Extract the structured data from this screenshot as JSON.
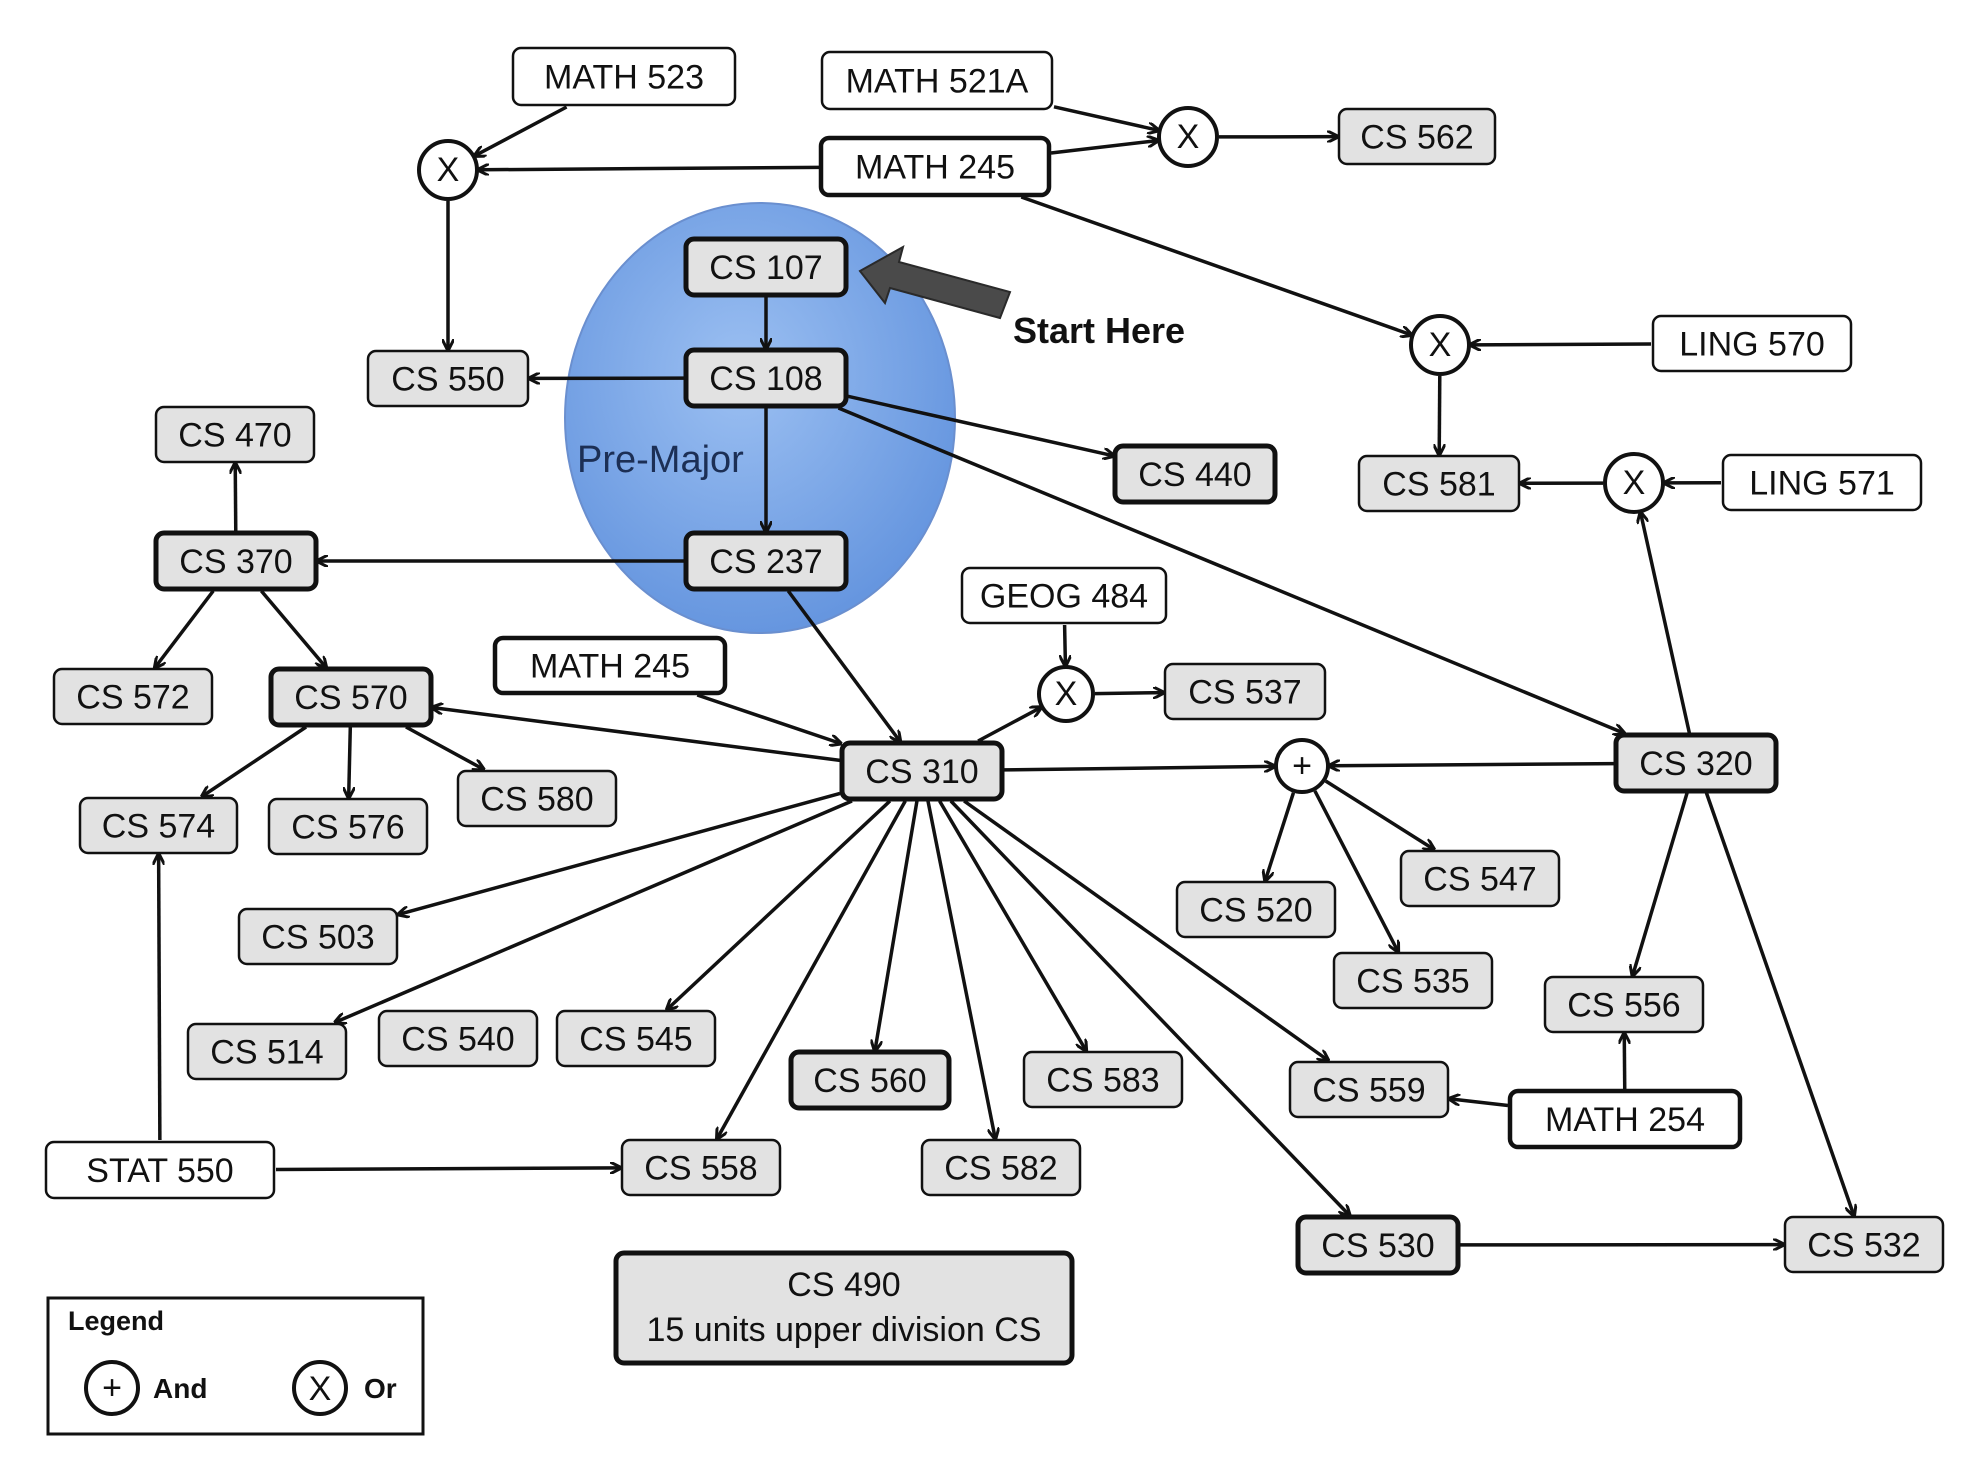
{
  "colors": {
    "node_fill_gray": "#e2e2e2",
    "node_fill_white": "#ffffff",
    "stroke": "#111111",
    "premajor_zone": "#6f9ee0"
  },
  "start_label": "Start Here",
  "zone_label": "Pre-Major",
  "legend": {
    "title": "Legend",
    "and_symbol": "+",
    "and_label": "And",
    "or_symbol": "X",
    "or_label": "Or"
  },
  "nodes": [
    {
      "id": "math523",
      "label": "MATH 523",
      "style": "white"
    },
    {
      "id": "math521a",
      "label": "MATH 521A",
      "style": "white"
    },
    {
      "id": "math245a",
      "label": "MATH 245",
      "style": "white-bold"
    },
    {
      "id": "cs562",
      "label": "CS 562",
      "style": "gray"
    },
    {
      "id": "cs107",
      "label": "CS 107",
      "style": "gray-bold"
    },
    {
      "id": "cs108",
      "label": "CS 108",
      "style": "gray-bold"
    },
    {
      "id": "cs550",
      "label": "CS 550",
      "style": "gray"
    },
    {
      "id": "ling570",
      "label": "LING 570",
      "style": "white"
    },
    {
      "id": "cs581",
      "label": "CS 581",
      "style": "gray"
    },
    {
      "id": "ling571",
      "label": "LING 571",
      "style": "white"
    },
    {
      "id": "cs470",
      "label": "CS 470",
      "style": "gray"
    },
    {
      "id": "cs440",
      "label": "CS 440",
      "style": "gray-bold"
    },
    {
      "id": "cs370",
      "label": "CS 370",
      "style": "gray-bold"
    },
    {
      "id": "cs237",
      "label": "CS 237",
      "style": "gray-bold"
    },
    {
      "id": "geog484",
      "label": "GEOG 484",
      "style": "white"
    },
    {
      "id": "cs572",
      "label": "CS 572",
      "style": "gray"
    },
    {
      "id": "cs570",
      "label": "CS 570",
      "style": "gray-bold"
    },
    {
      "id": "math245b",
      "label": "MATH 245",
      "style": "white-bold"
    },
    {
      "id": "cs537",
      "label": "CS 537",
      "style": "gray"
    },
    {
      "id": "cs310",
      "label": "CS 310",
      "style": "gray-bold"
    },
    {
      "id": "cs320",
      "label": "CS 320",
      "style": "gray-bold"
    },
    {
      "id": "cs574",
      "label": "CS 574",
      "style": "gray"
    },
    {
      "id": "cs576",
      "label": "CS 576",
      "style": "gray"
    },
    {
      "id": "cs580",
      "label": "CS 580",
      "style": "gray"
    },
    {
      "id": "cs547",
      "label": "CS 547",
      "style": "gray"
    },
    {
      "id": "cs520",
      "label": "CS 520",
      "style": "gray"
    },
    {
      "id": "cs503",
      "label": "CS 503",
      "style": "gray"
    },
    {
      "id": "cs535",
      "label": "CS 535",
      "style": "gray"
    },
    {
      "id": "cs556",
      "label": "CS 556",
      "style": "gray"
    },
    {
      "id": "cs514",
      "label": "CS 514",
      "style": "gray"
    },
    {
      "id": "cs540",
      "label": "CS 540",
      "style": "gray"
    },
    {
      "id": "cs545",
      "label": "CS 545",
      "style": "gray"
    },
    {
      "id": "cs560",
      "label": "CS 560",
      "style": "gray-bold"
    },
    {
      "id": "cs583",
      "label": "CS 583",
      "style": "gray"
    },
    {
      "id": "cs559",
      "label": "CS 559",
      "style": "gray"
    },
    {
      "id": "math254",
      "label": "MATH 254",
      "style": "white-bold"
    },
    {
      "id": "stat550",
      "label": "STAT 550",
      "style": "white"
    },
    {
      "id": "cs558",
      "label": "CS 558",
      "style": "gray"
    },
    {
      "id": "cs582",
      "label": "CS 582",
      "style": "gray"
    },
    {
      "id": "cs530",
      "label": "CS 530",
      "style": "gray-bold"
    },
    {
      "id": "cs532",
      "label": "CS 532",
      "style": "gray"
    },
    {
      "id": "cs490",
      "label": "CS 490",
      "label2": "15 units upper division CS",
      "style": "gray-bold"
    }
  ],
  "gates": [
    {
      "id": "g_or_math",
      "symbol": "X"
    },
    {
      "id": "g_or_562",
      "symbol": "X"
    },
    {
      "id": "g_or_ling570",
      "symbol": "X"
    },
    {
      "id": "g_or_ling571",
      "symbol": "X"
    },
    {
      "id": "g_or_geog",
      "symbol": "X"
    },
    {
      "id": "g_and",
      "symbol": "+"
    }
  ],
  "edges": [
    [
      "math523",
      "g_or_math"
    ],
    [
      "math245a",
      "g_or_math"
    ],
    [
      "g_or_math",
      "cs550"
    ],
    [
      "math521a",
      "g_or_562"
    ],
    [
      "math245a",
      "g_or_562"
    ],
    [
      "g_or_562",
      "cs562"
    ],
    [
      "math245a",
      "g_or_ling570"
    ],
    [
      "ling570",
      "g_or_ling570"
    ],
    [
      "g_or_ling570",
      "cs581"
    ],
    [
      "ling571",
      "g_or_ling571"
    ],
    [
      "g_or_ling571",
      "cs581"
    ],
    [
      "cs320",
      "g_or_ling571"
    ],
    [
      "cs107",
      "cs108"
    ],
    [
      "cs108",
      "cs550"
    ],
    [
      "cs108",
      "cs237"
    ],
    [
      "cs108",
      "cs440"
    ],
    [
      "cs108",
      "cs320"
    ],
    [
      "cs237",
      "cs370"
    ],
    [
      "cs237",
      "cs310"
    ],
    [
      "cs370",
      "cs470"
    ],
    [
      "cs370",
      "cs572"
    ],
    [
      "cs370",
      "cs570"
    ],
    [
      "math245b",
      "cs310"
    ],
    [
      "cs310",
      "cs570"
    ],
    [
      "cs570",
      "cs574"
    ],
    [
      "cs570",
      "cs576"
    ],
    [
      "cs570",
      "cs580"
    ],
    [
      "cs310",
      "g_or_geog"
    ],
    [
      "geog484",
      "g_or_geog"
    ],
    [
      "g_or_geog",
      "cs537"
    ],
    [
      "cs310",
      "g_and"
    ],
    [
      "cs320",
      "g_and"
    ],
    [
      "g_and",
      "cs520"
    ],
    [
      "g_and",
      "cs547"
    ],
    [
      "g_and",
      "cs535"
    ],
    [
      "cs310",
      "cs503"
    ],
    [
      "cs310",
      "cs514"
    ],
    [
      "cs310",
      "cs545"
    ],
    [
      "cs310",
      "cs558"
    ],
    [
      "cs310",
      "cs560"
    ],
    [
      "cs310",
      "cs582"
    ],
    [
      "cs310",
      "cs583"
    ],
    [
      "cs310",
      "cs559"
    ],
    [
      "cs310",
      "cs530"
    ],
    [
      "cs320",
      "cs556"
    ],
    [
      "cs320",
      "cs532"
    ],
    [
      "math254",
      "cs556"
    ],
    [
      "math254",
      "cs559"
    ],
    [
      "stat550",
      "cs574"
    ],
    [
      "stat550",
      "cs558"
    ],
    [
      "cs530",
      "cs532"
    ]
  ]
}
